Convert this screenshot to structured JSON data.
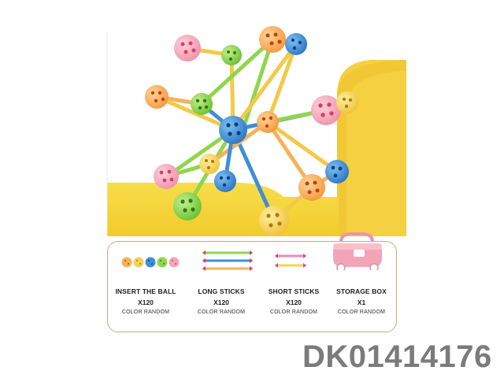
{
  "product": {
    "items": [
      {
        "name": "INSERT THE BALL",
        "qty": "X120",
        "note": "COLOR RANDOM",
        "icon": "ball-set-icon"
      },
      {
        "name": "LONG STICKS",
        "qty": "X120",
        "note": "COLOR RANDOM",
        "icon": "long-sticks-icon"
      },
      {
        "name": "SHORT STICKS",
        "qty": "X120",
        "note": "COLOR RANDOM",
        "icon": "short-sticks-icon"
      },
      {
        "name": "STORAGE BOX",
        "qty": "X1",
        "note": "COLOR RANDOM",
        "icon": "storage-box-icon"
      }
    ],
    "code": "DK01414176"
  },
  "colors": {
    "yellow_backdrop": "#f6d63c",
    "ball_pink": "#f3a5b8",
    "ball_green": "#8fd64a",
    "ball_blue": "#3f8fd6",
    "ball_orange": "#f6b25a",
    "ball_yellow": "#f3d25a",
    "code_gray": "#7b7b7b"
  }
}
